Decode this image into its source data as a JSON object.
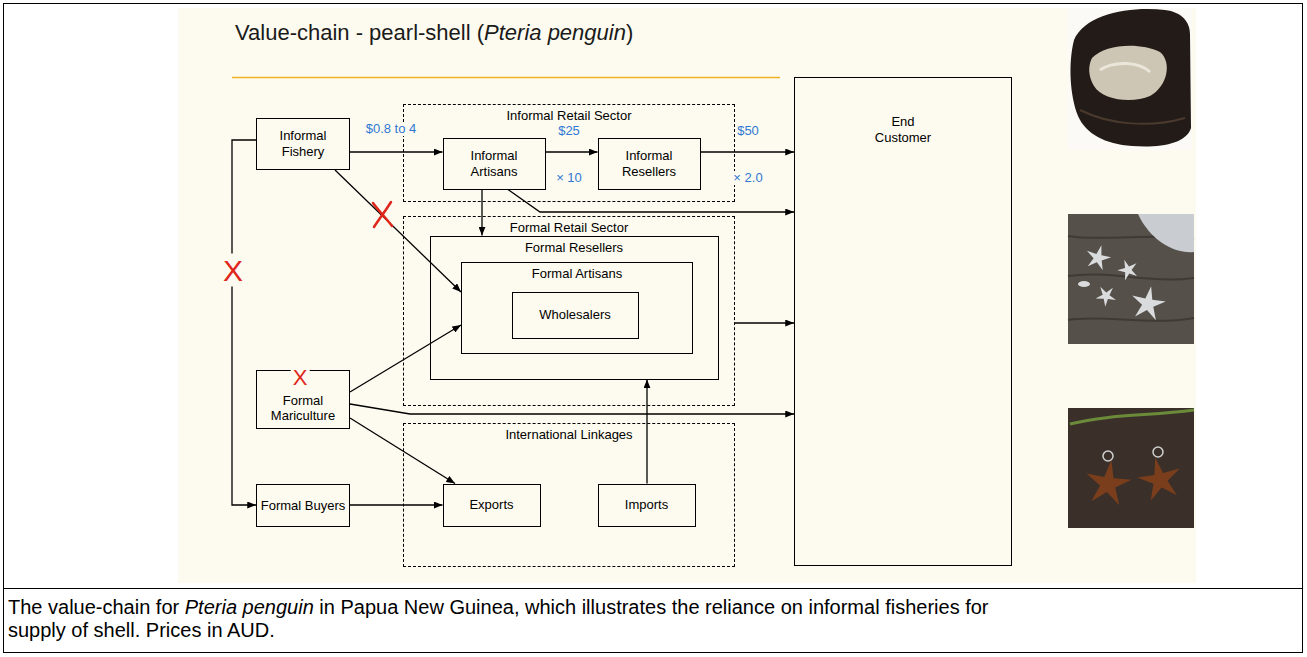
{
  "diagram": {
    "title": "Value-chain - pearl-shell (Pteria penguin)",
    "caption": "The value-chain for Pteria penguin in Papua New Guinea, which illustrates the reliance on informal fisheries for supply of shell. Prices in AUD.",
    "nodes": [
      {
        "text": [
          "Informal Fishery"
        ]
      },
      {
        "text": [
          "Informal Retail Sector"
        ]
      },
      {
        "text": [
          "Informal Artisans"
        ],
        "in": 1
      },
      {
        "text": [
          "Informal Resellers"
        ],
        "in": 1
      },
      {
        "text": [
          "End Customer"
        ]
      },
      {
        "text": [
          "Formal Retail Sector"
        ]
      },
      {
        "text": [
          "Formal Resellers"
        ],
        "in": 5
      },
      {
        "text": [
          "Formal Artisans"
        ],
        "in": 6
      },
      {
        "text": [
          "Wholesalers"
        ],
        "in": 7
      },
      {
        "text": [
          "Formal Mariculture"
        ]
      },
      {
        "text": [
          "Formal Buyers"
        ]
      },
      {
        "text": [
          "International Linkages"
        ]
      },
      {
        "text": [
          "Exports"
        ],
        "in": 11
      },
      {
        "text": [
          "Imports"
        ],
        "in": 11
      }
    ],
    "edges": [
      {
        "from": 0,
        "to": 2,
        "label": "$0.8 to 4",
        "arrow": "to"
      },
      {
        "from": 2,
        "to": 3,
        "label": "$25",
        "arrow": "to"
      },
      {
        "from": 3,
        "to": 4,
        "label": "$50",
        "arrow": "to"
      },
      {
        "from": 2,
        "to": 4,
        "arrow": "to"
      },
      {
        "from": 2,
        "to": 6,
        "arrow": "to"
      },
      {
        "from": 0,
        "to": 7,
        "arrow": "to"
      },
      {
        "from": 0,
        "to": 10,
        "arrow": "to"
      },
      {
        "from": 9,
        "to": 7,
        "arrow": "to"
      },
      {
        "from": 9,
        "to": 4,
        "arrow": "to"
      },
      {
        "from": 9,
        "to": 12,
        "arrow": "to"
      },
      {
        "from": 10,
        "to": 12,
        "arrow": "to"
      },
      {
        "from": 13,
        "to": 6,
        "arrow": "to"
      },
      {
        "from": 5,
        "to": 4,
        "arrow": "to"
      }
    ],
    "labels": [
      "× 10",
      "× 2.0",
      "X",
      "X"
    ]
  }
}
